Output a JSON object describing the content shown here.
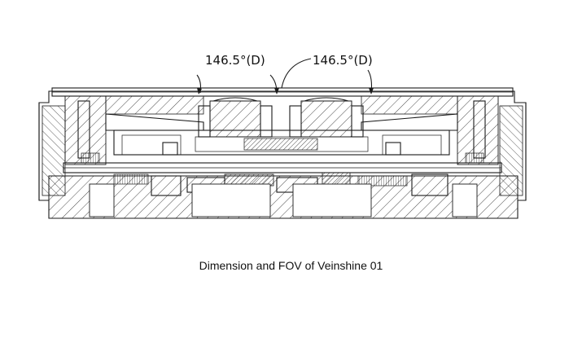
{
  "diagram": {
    "fov_label_left": "146.5°(D)",
    "fov_label_right": "146.5°(D)"
  },
  "caption": "Dimension and FOV of  Veinshine 01",
  "colors": {
    "ink": "#1a1a1a",
    "background": "#ffffff"
  }
}
